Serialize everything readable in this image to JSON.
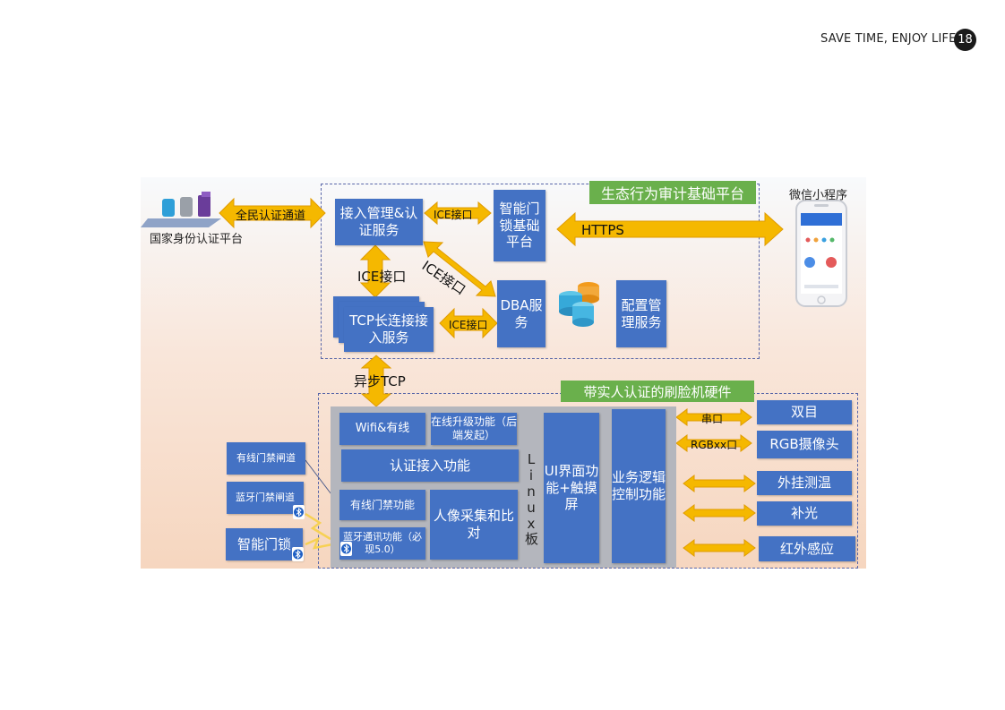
{
  "header": {
    "tagline": "SAVE TIME, ENJOY LIFE",
    "page_number": "18"
  },
  "colors": {
    "box_blue": "#4472c4",
    "label_green": "#6ab04c",
    "arrow_yellow": "#f5b800",
    "dashed_border": "#5866a8"
  },
  "diagram": {
    "national_platform": "国家身份认证平台",
    "national_channel": "全民认证通道",
    "miniprogram": "微信小程序",
    "platform_title": "生态行为审计基础平台",
    "access_mgmt": "接入管理&认证服务",
    "smart_lock_platform": "智能门锁基础平台",
    "dba": "DBA服务",
    "config": "配置管理服务",
    "tcp_service": "TCP长连接接入服务",
    "ice1": "ICE接口",
    "ice2": "ICE接口",
    "ice3": "ICE接口",
    "ice4": "ICE接口",
    "https": "HTTPS",
    "async_tcp": "异步TCP",
    "hardware_title": "带实人认证的刷脸机硬件",
    "wifi": "Wifi&有线",
    "online_upgrade": "在线升级功能（后端发起）",
    "auth_access": "认证接入功能",
    "wired_gate_func": "有线门禁功能",
    "bt_func": "蓝牙通讯功能（必现5.0）",
    "face": "人像采集和比对",
    "linux": "Linux板",
    "ui": "UI界面功能+触摸屏",
    "biz": "业务逻辑控制功能",
    "wired_gate": "有线门禁闸道",
    "bt_gate": "蓝牙门禁闸道",
    "smart_lock": "智能门锁",
    "serial": "串口",
    "rgb_port": "RGBxx口",
    "dual": "双目",
    "rgb_cam": "RGB摄像头",
    "temp": "外挂测温",
    "fill": "补光",
    "ir": "红外感应"
  }
}
